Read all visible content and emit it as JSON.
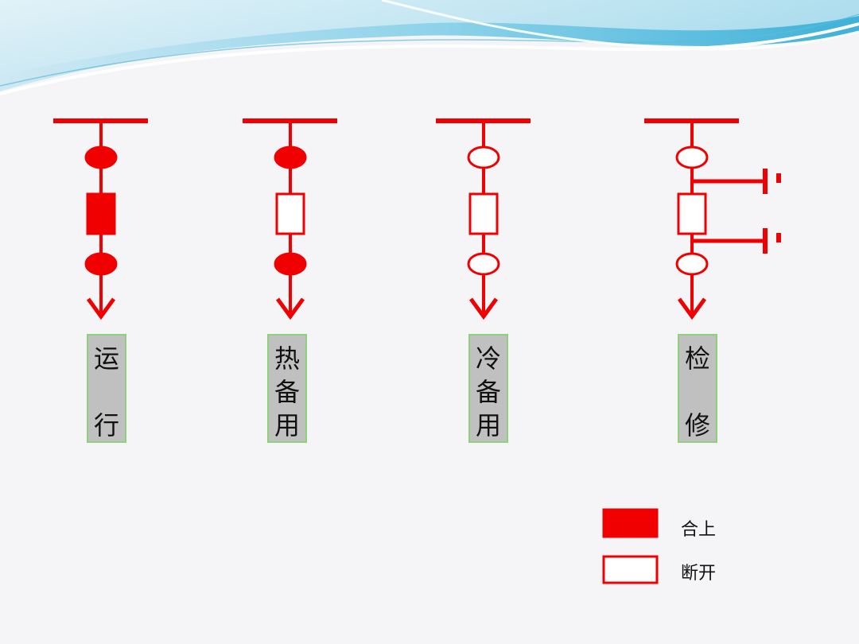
{
  "states": [
    {
      "chars": [
        "运",
        "",
        "行"
      ],
      "breaker_closed": true,
      "upper_knife_closed": true,
      "lower_knife_closed": true,
      "grounding": false
    },
    {
      "chars": [
        "热",
        "备",
        "用"
      ],
      "breaker_closed": false,
      "upper_knife_closed": true,
      "lower_knife_closed": true,
      "grounding": false
    },
    {
      "chars": [
        "冷",
        "备",
        "用"
      ],
      "breaker_closed": false,
      "upper_knife_closed": false,
      "lower_knife_closed": false,
      "grounding": false
    },
    {
      "chars": [
        "检",
        "",
        "修"
      ],
      "breaker_closed": false,
      "upper_knife_closed": false,
      "lower_knife_closed": false,
      "grounding": true
    }
  ],
  "legend": {
    "closed_label": "合上",
    "open_label": "断开"
  },
  "colors": {
    "line": "#f00000",
    "label_bg": "#c0c0c0",
    "label_border": "#8fd07a"
  }
}
